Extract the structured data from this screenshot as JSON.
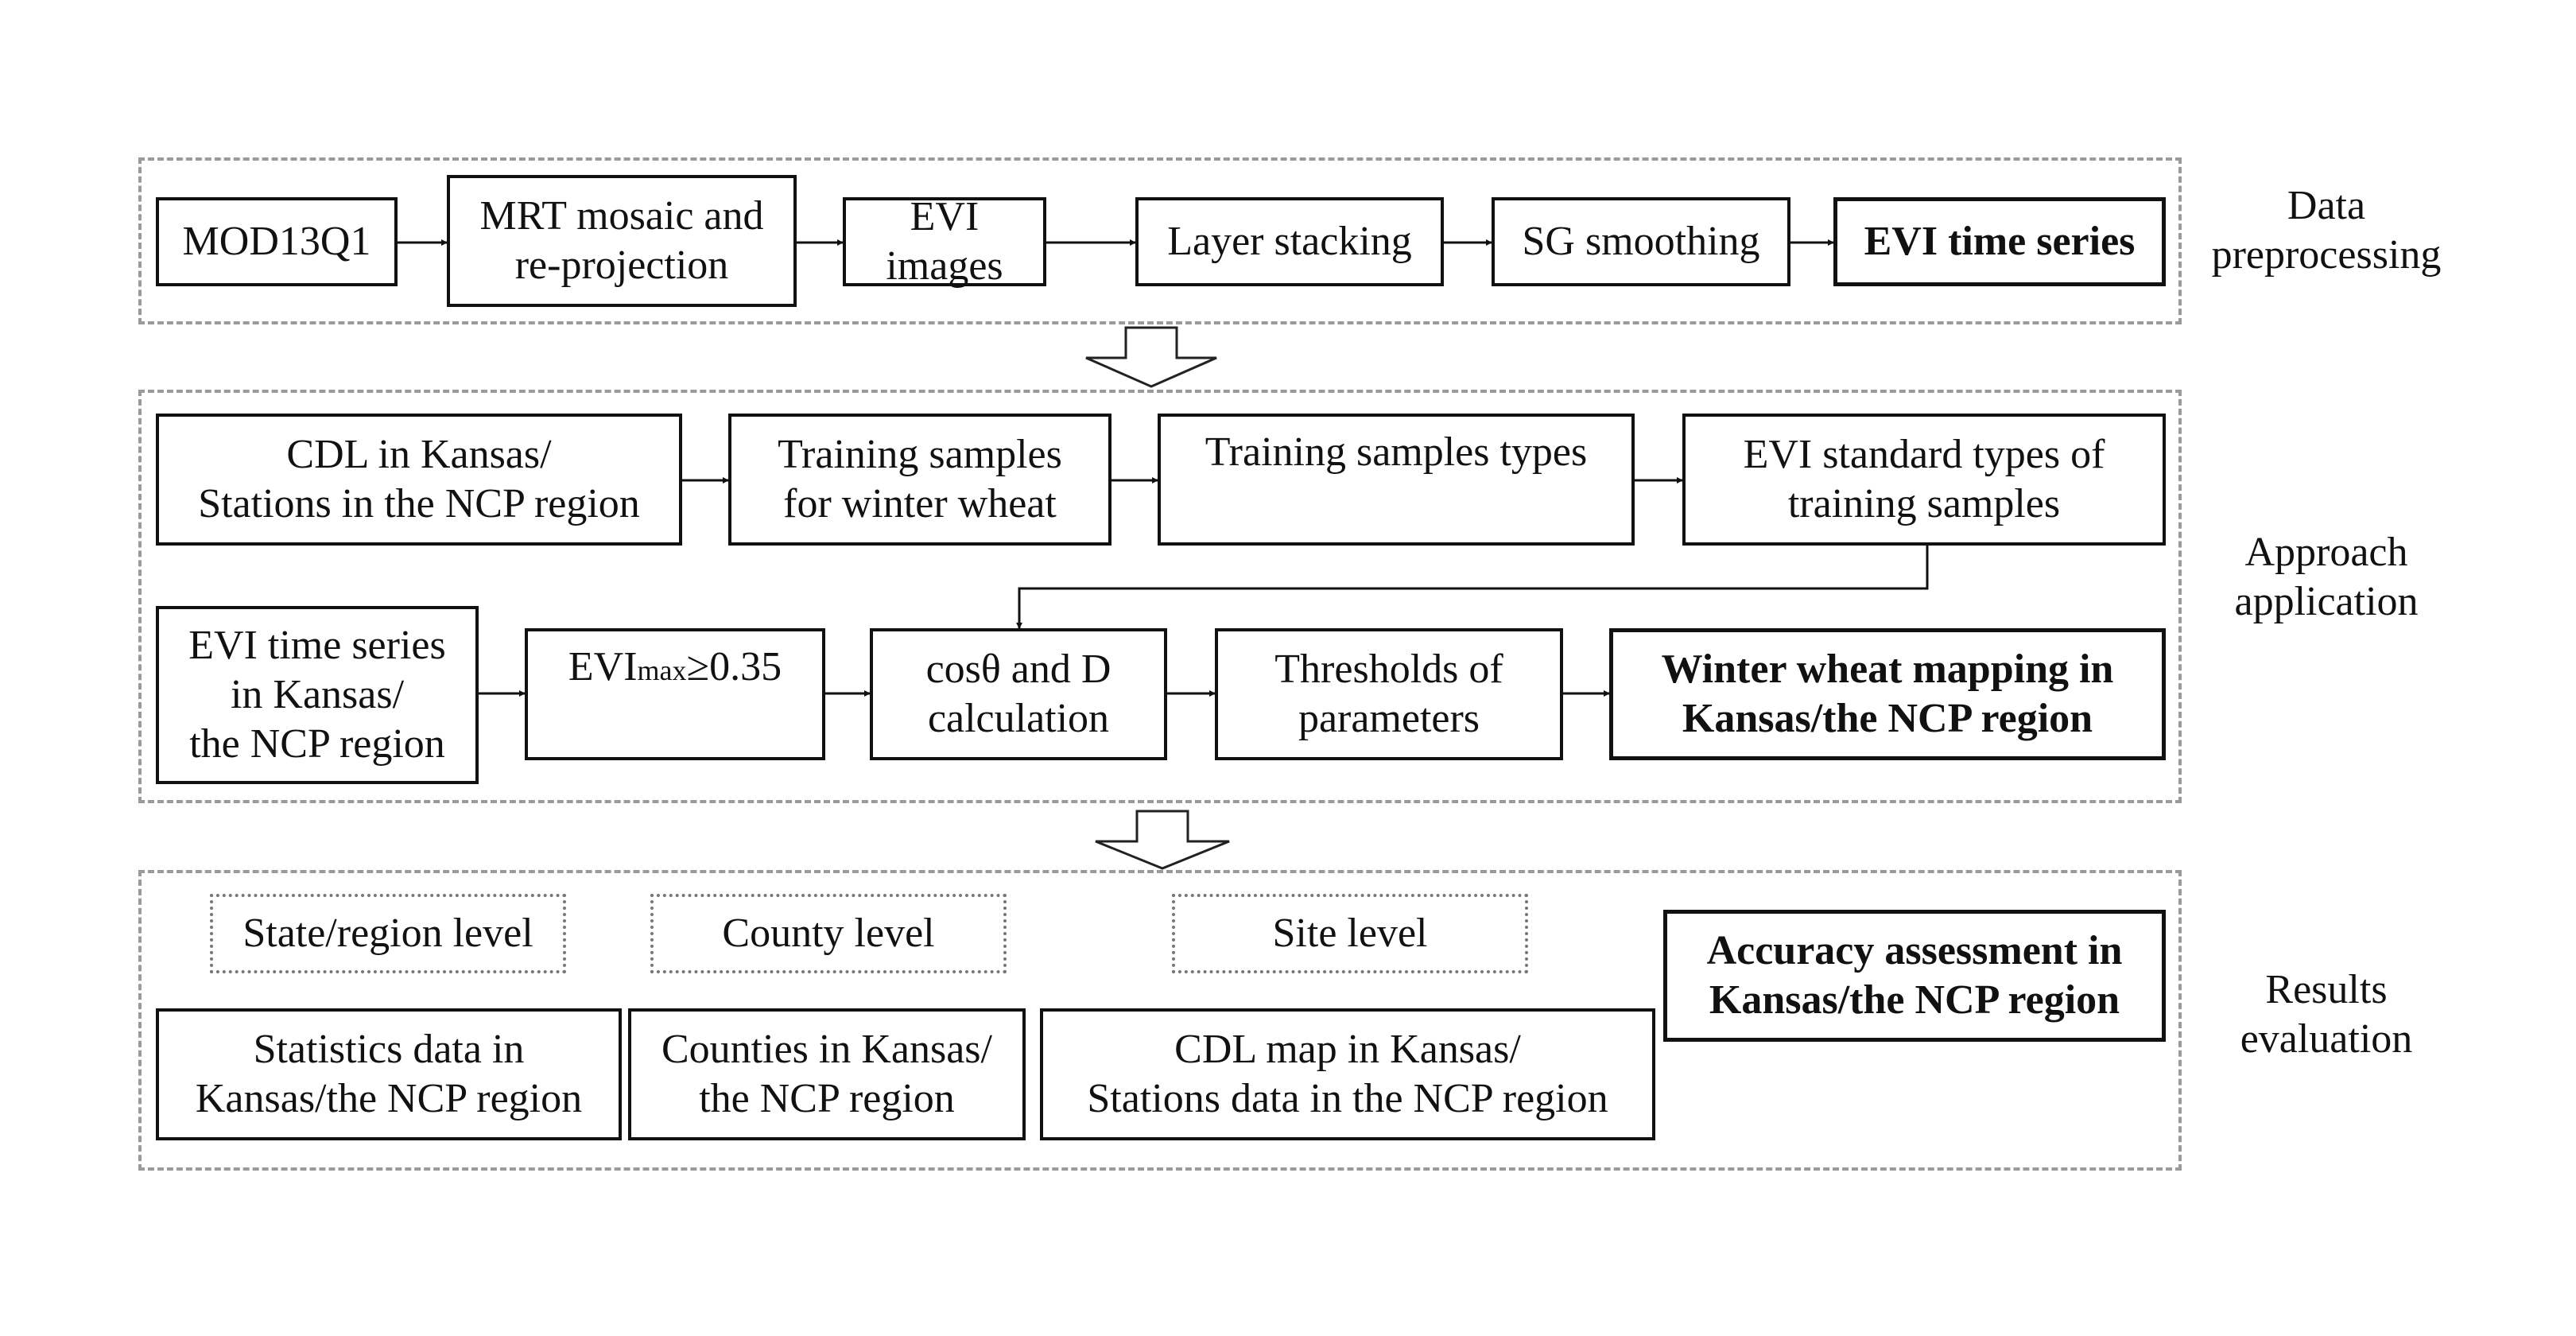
{
  "sections": {
    "preprocessing": {
      "label": "Data\npreprocessing",
      "boxes": {
        "mod13q1": "MOD13Q1",
        "mrt": "MRT mosaic and\nre-projection",
        "evi_images": "EVI images",
        "layer_stacking": "Layer stacking",
        "sg_smoothing": "SG smoothing",
        "evi_time_series": "EVI time series"
      }
    },
    "application": {
      "label": "Approach\napplication",
      "boxes": {
        "cdl_stations": "CDL in Kansas/\nStations in the NCP region",
        "training_samples": "Training samples\nfor winter wheat",
        "training_types": "Training samples types",
        "evi_standard": "EVI standard types of\ntraining samples",
        "evi_series_region": "EVI time series\nin Kansas/\nthe NCP region",
        "evi_max_prefix": "EVI",
        "evi_max_sub": "max",
        "evi_max_suffix": "≥0.35",
        "cos_d": "cosθ and D\ncalculation",
        "thresholds": "Thresholds of\nparameters",
        "mapping": "Winter wheat mapping in\nKansas/the NCP region"
      }
    },
    "evaluation": {
      "label": "Results\nevaluation",
      "levels": {
        "state": "State/region level",
        "county": "County level",
        "site": "Site level"
      },
      "boxes": {
        "statistics": "Statistics data in\nKansas/the NCP region",
        "counties": "Counties in Kansas/\nthe NCP region",
        "cdl_map": "CDL map in Kansas/\nStations data in the NCP region",
        "accuracy": "Accuracy assessment in\nKansas/the NCP region"
      }
    }
  }
}
